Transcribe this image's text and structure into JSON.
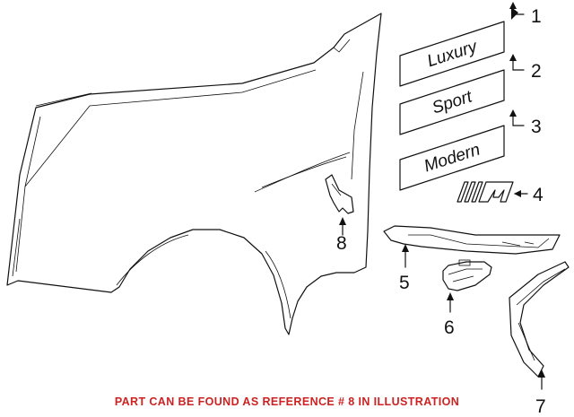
{
  "badges": [
    {
      "ref": "1",
      "text": "Luxury"
    },
    {
      "ref": "2",
      "text": "Sport"
    },
    {
      "ref": "3",
      "text": "Modern"
    }
  ],
  "callouts": [
    "1",
    "2",
    "3",
    "4",
    "5",
    "6",
    "7",
    "8"
  ],
  "footer_note": "PART CAN BE FOUND AS REFERENCE # 8 IN ILLUSTRATION",
  "colors": {
    "line": "#111111",
    "footer_text": "#cc2222",
    "background": "#ffffff"
  }
}
